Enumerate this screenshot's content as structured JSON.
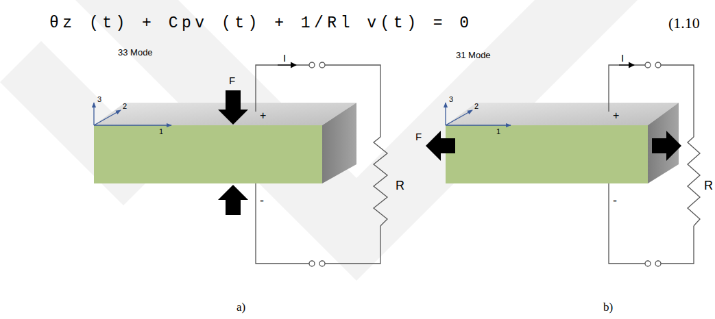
{
  "diagram": {
    "labels": [
      "θz (t) + Cpv (t) + 1/Rl v(t) = 0",
      "(1.10",
      "33 Mode",
      "F",
      "I",
      "+",
      "3",
      "2",
      "1",
      "R",
      "-",
      "31 Mode",
      "I",
      "+",
      "3",
      "2",
      "1",
      "F",
      "R",
      "-",
      "a)",
      "b)"
    ]
  }
}
